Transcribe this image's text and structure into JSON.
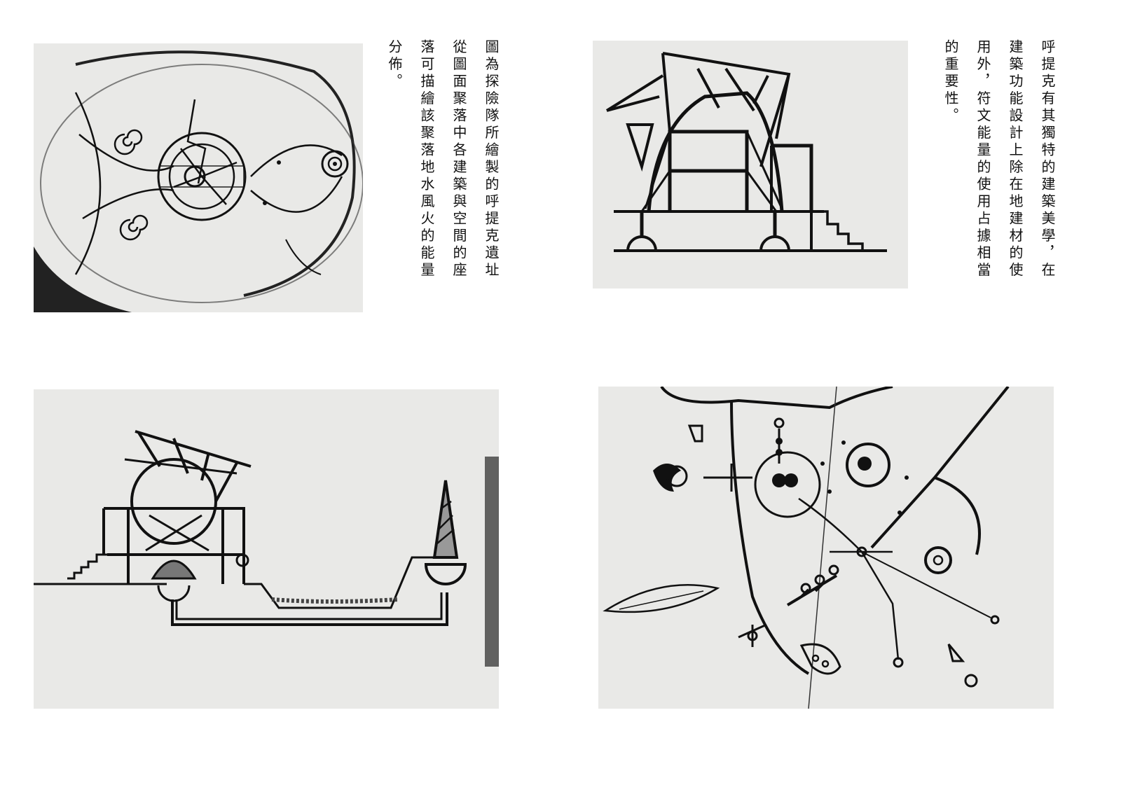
{
  "captions": {
    "first": "圖為探險隊所繪製的呼提克遺址\n從圖面聚落中各建築與空間的座\n落可描繪該聚落地水風火的能量\n分佈。",
    "second": "呼提克有其獨特的建築美學，在\n建築功能設計上除在地建材的使\n用外，符文能量的使用占據相當\n的重要性。"
  },
  "colors": {
    "ink": "#111111",
    "stone": "#e9e9e7",
    "paper": "#ffffff"
  },
  "icons": {
    "site_plan": "site-plan-etching",
    "section_a": "building-section-etching",
    "section_b": "aqueduct-section-etching",
    "settlement_map": "settlement-map-etching"
  }
}
